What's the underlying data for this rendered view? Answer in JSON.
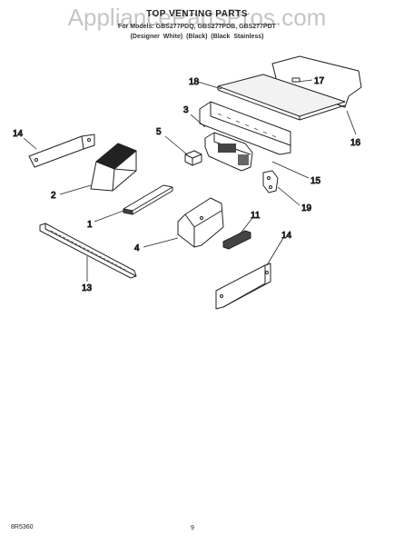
{
  "header": {
    "watermark": "AppliancePartsPros.com",
    "title": "TOP VENTING PARTS",
    "models_line": "For Models: GBS277PDQ, GBS277PDB, GBS277PDT",
    "variants_line": "(Designer White)   (Black)   (Black Stainless)"
  },
  "callouts": [
    "18",
    "17",
    "3",
    "16",
    "14",
    "5",
    "15",
    "2",
    "19",
    "1",
    "11",
    "4",
    "14",
    "13"
  ],
  "footer": {
    "code": "8R5360",
    "page": "9"
  }
}
